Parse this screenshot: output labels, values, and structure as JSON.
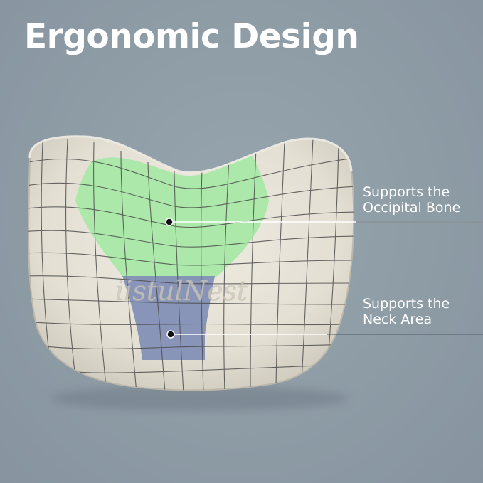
{
  "title": "Ergonomic Design",
  "watermark": "iistulNest",
  "callouts": [
    {
      "line1": "Supports the",
      "line2": "Occipital Bone",
      "zone_color": "#a8e8a6"
    },
    {
      "line1": "Supports the",
      "line2": "Neck Area",
      "zone_color": "#8390b6"
    }
  ],
  "colors": {
    "background": "#8e9ca6",
    "pillow": "#e6e2d6",
    "grid": "#4d4d4d",
    "text": "#ffffff"
  }
}
